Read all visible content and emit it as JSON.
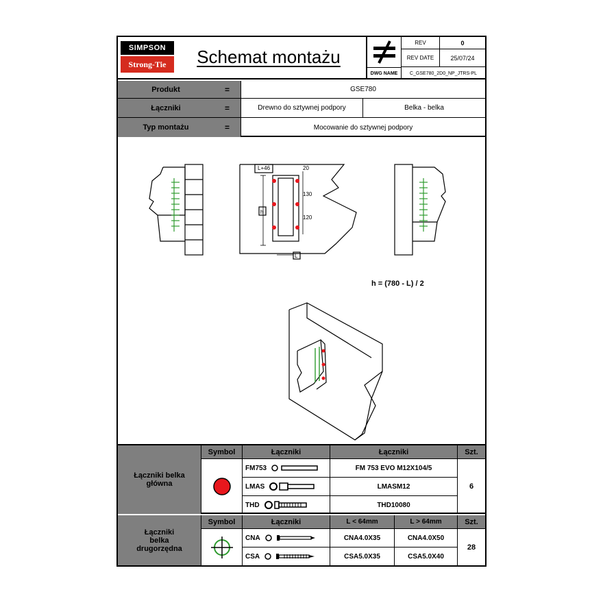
{
  "header": {
    "logo_top": "SIMPSON",
    "logo_bottom": "Strong-Tie",
    "title": "Schemat montażu",
    "rev_label": "REV",
    "rev_value": "0",
    "rev_date_label": "REV DATE",
    "rev_date_value": "25/07/24",
    "dwg_name_label": "DWG NAME",
    "dwg_name_value": "C_GSE780_2D0_NP_JTRS-PL",
    "symbol_icon": "not-equal-icon"
  },
  "info": {
    "eq": "=",
    "rows": [
      {
        "label": "Produkt",
        "value": "GSE780"
      },
      {
        "label": "Łączniki",
        "value_left": "Drewno do sztywnej podpory",
        "value_right": "Belka - belka"
      },
      {
        "label": "Typ montażu",
        "value": "Mocowanie do sztywnej podpory"
      }
    ]
  },
  "drawing": {
    "dim_l46": "L+46",
    "dim_20": "20",
    "dim_130": "130",
    "dim_120": "120",
    "dim_h": "h",
    "dim_L": "L",
    "formula": "h = (780 - L) / 2"
  },
  "colors": {
    "gray": "#7f7f7f",
    "red_dot": "#e8171d",
    "green_screw": "#2e9b2e",
    "brand_red": "#d52b1e"
  },
  "main_table": {
    "group_label": "Łączniki belka główna",
    "symbol_header": "Symbol",
    "fasteners_header": "Łączniki",
    "products_header": "Łączniki",
    "qty_header": "Szt.",
    "rows": [
      {
        "code": "FM753",
        "product": "FM 753 EVO M12X104/5"
      },
      {
        "code": "LMAS",
        "product": "LMASM12"
      },
      {
        "code": "THD",
        "product": "THD10080"
      }
    ],
    "qty": "6"
  },
  "secondary_table": {
    "group_label": "Łączniki belka drugorzędna",
    "symbol_header": "Symbol",
    "fasteners_header": "Łączniki",
    "col_small": "L < 64mm",
    "col_large": "L > 64mm",
    "qty_header": "Szt.",
    "rows": [
      {
        "code": "CNA",
        "small": "CNA4.0X35",
        "large": "CNA4.0X50"
      },
      {
        "code": "CSA",
        "small": "CSA5.0X35",
        "large": "CSA5.0X40"
      }
    ],
    "qty": "28"
  }
}
